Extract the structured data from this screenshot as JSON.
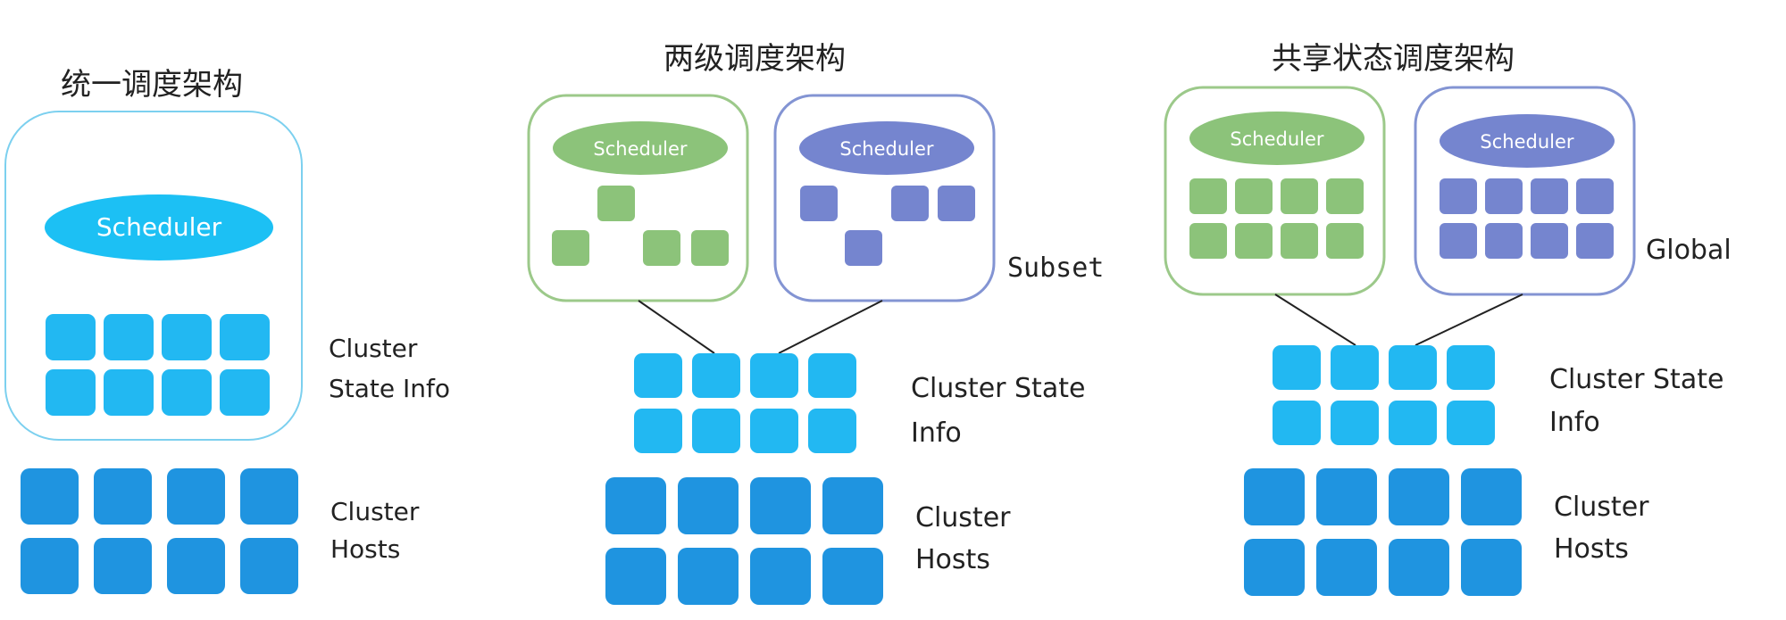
{
  "colors": {
    "cluster_host": "#1f94e0",
    "cluster_state": "#22b8f2",
    "scheduler_main": "#1cc0f4",
    "green_fill": "#8cc37a",
    "green_border": "#9cc98a",
    "purple_fill": "#7585cf",
    "purple_border": "#8394d3",
    "unified_border": "#7cd0ef",
    "text": "#222222",
    "line": "#222222"
  },
  "unified": {
    "title": "统一调度架构",
    "scheduler_label": "Scheduler",
    "state_label_line1": "Cluster",
    "state_label_line2": "State Info",
    "hosts_label_line1": "Cluster",
    "hosts_label_line2": "Hosts"
  },
  "two_level": {
    "title": "两级调度架构",
    "scheduler_a_label": "Scheduler",
    "scheduler_b_label": "Scheduler",
    "subset_label": "Subset",
    "state_label_line1": "Cluster State",
    "state_label_line2": "Info",
    "hosts_label_line1": "Cluster",
    "hosts_label_line2": "Hosts"
  },
  "shared_state": {
    "title": "共享状态调度架构",
    "scheduler_a_label": "Scheduler",
    "scheduler_b_label": "Scheduler",
    "global_label": "Global",
    "state_label_line1": "Cluster State",
    "state_label_line2": "Info",
    "hosts_label_line1": "Cluster",
    "hosts_label_line2": "Hosts"
  }
}
